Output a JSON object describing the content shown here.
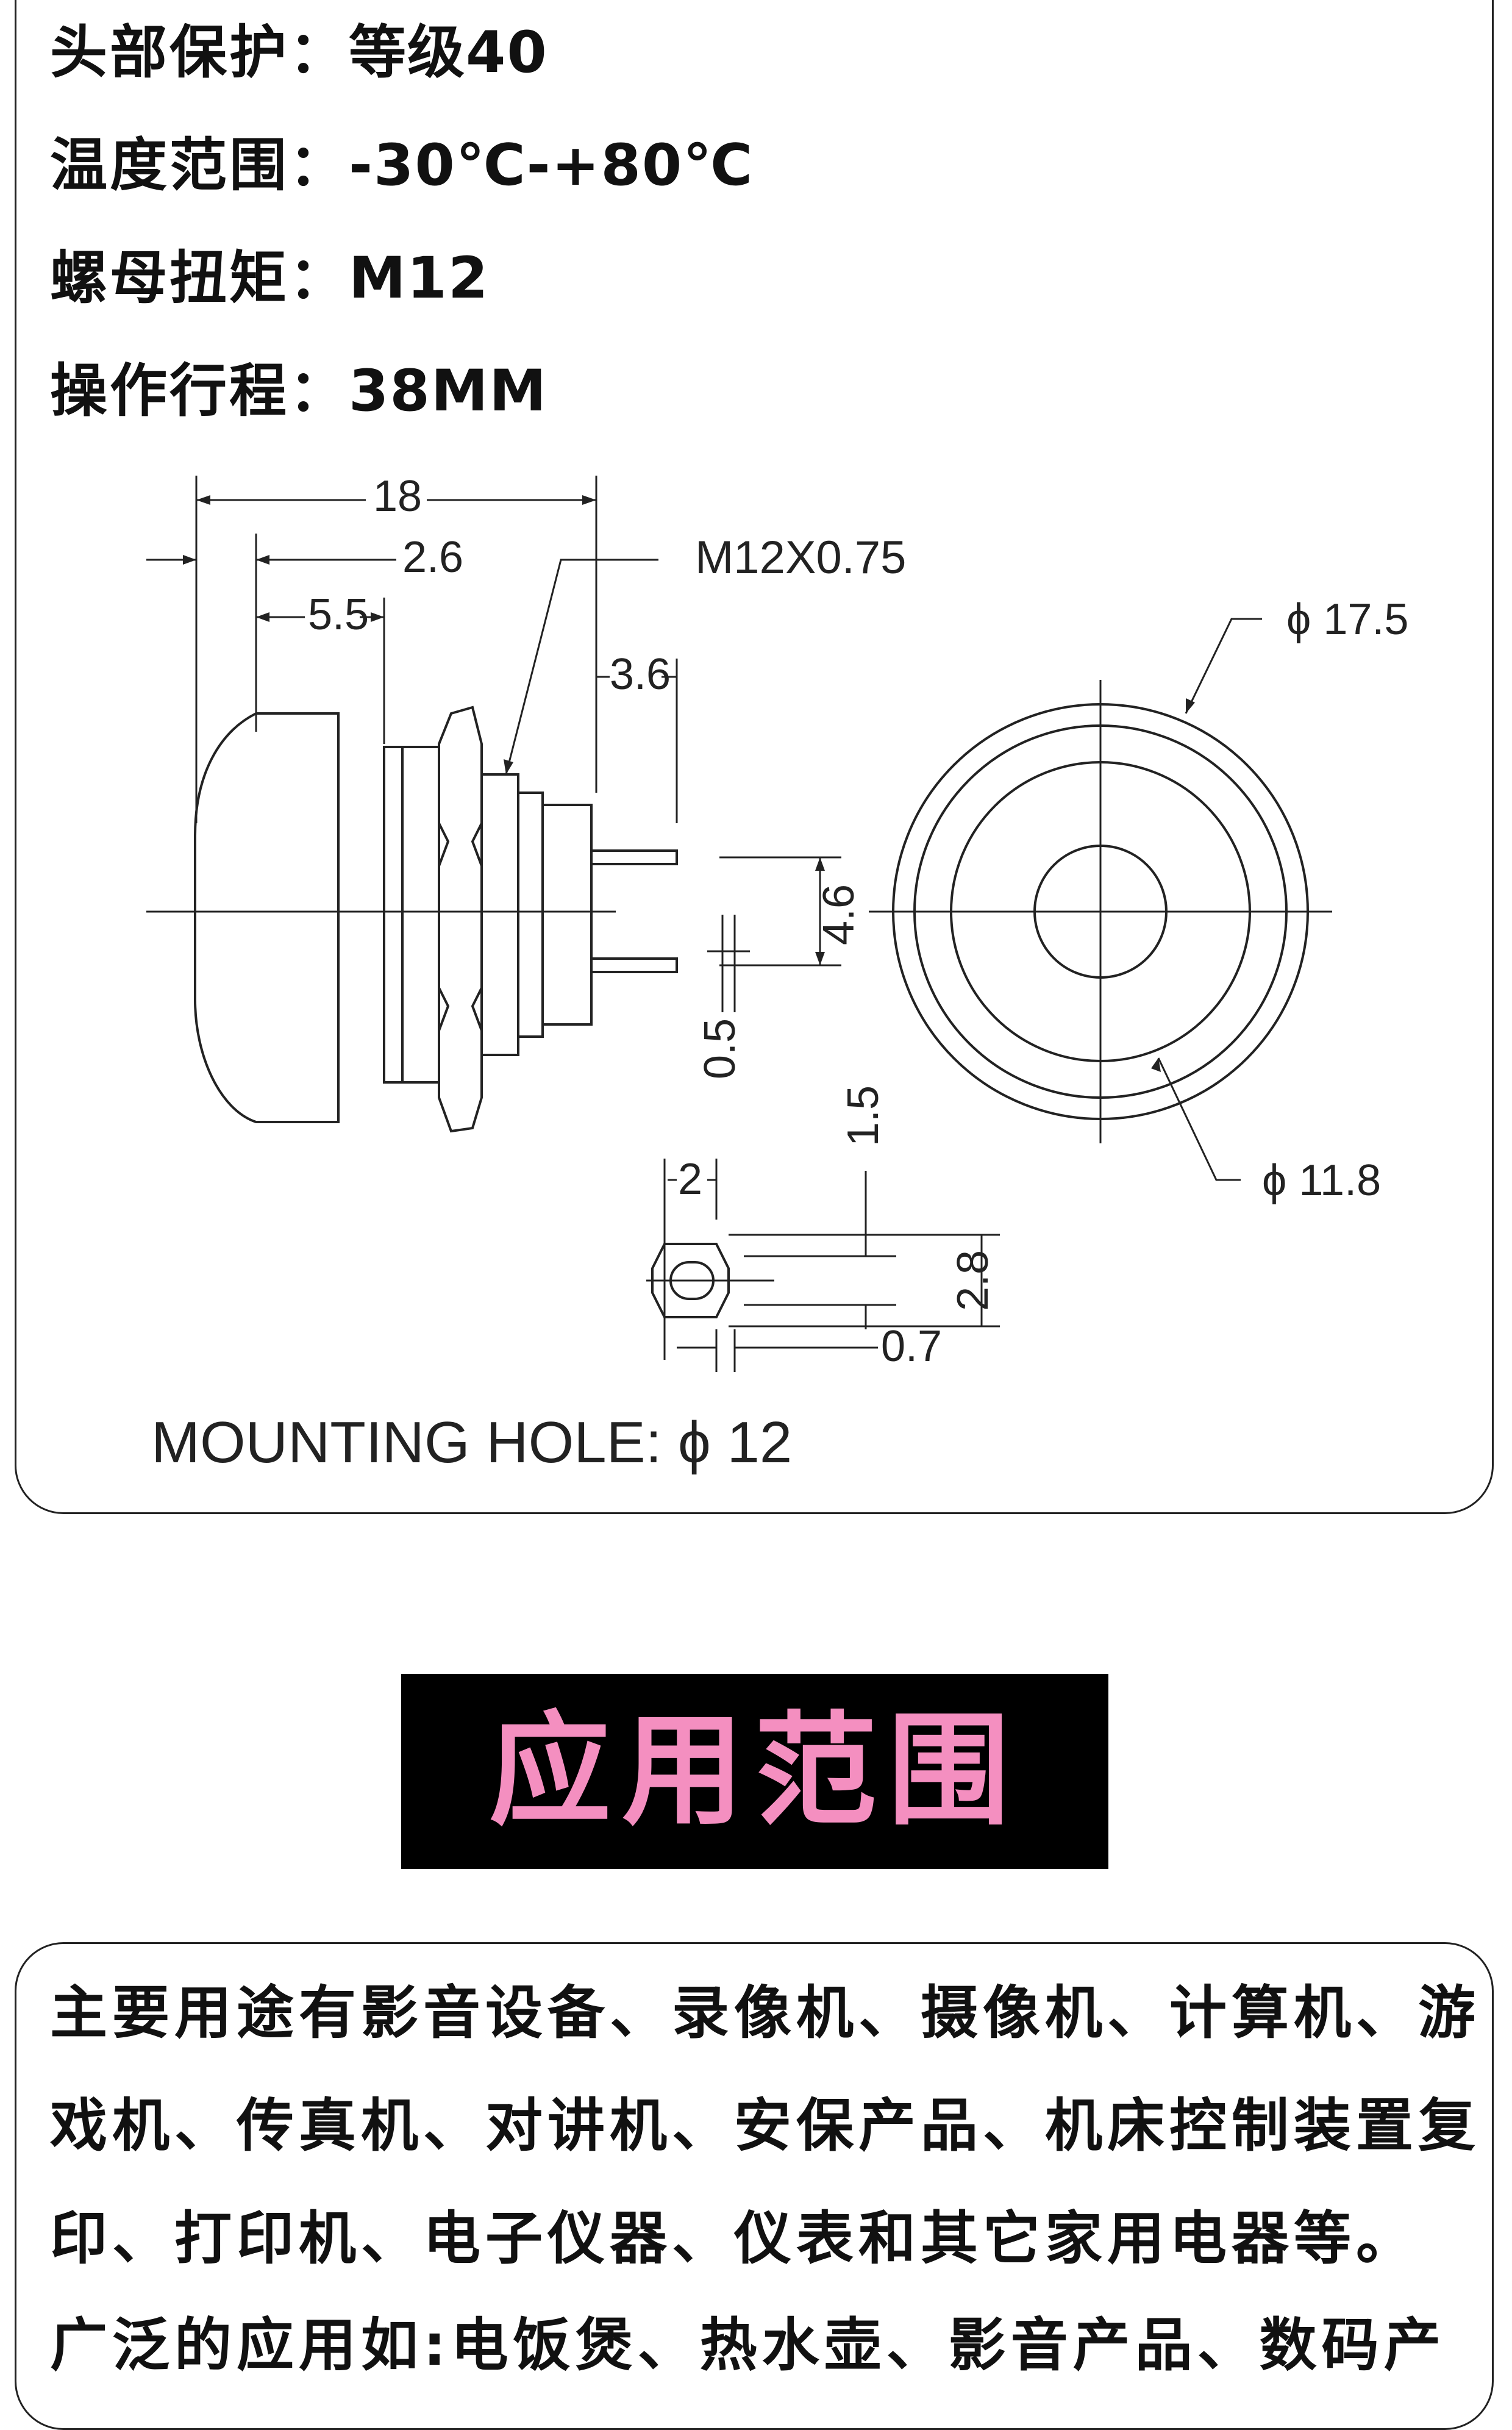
{
  "specs": [
    {
      "label": "头部保护：",
      "value": "等级40"
    },
    {
      "label": "温度范围：",
      "value": "-30℃-+80℃"
    },
    {
      "label": "螺母扭矩：",
      "value": "M12"
    },
    {
      "label": "操作行程：",
      "value": "38MM"
    }
  ],
  "drawing": {
    "dim_18": "18",
    "dim_2_6": "2.6",
    "dim_5_5": "5.5",
    "dim_3_6": "3.6",
    "thread": "M12X0.75",
    "dim_4_6": "4.6",
    "dim_0_5": "0.5",
    "dia_17_5": "ϕ 17.5",
    "dia_11_8": "ϕ 11.8",
    "dim_2": "2",
    "dim_1_5": "1.5",
    "dim_2_8": "2.8",
    "dim_0_7": "0.7",
    "mounting_hole": "MOUNTING HOLE:  ϕ 12"
  },
  "section": {
    "title": "应用范围"
  },
  "applications": [
    "主要用途有影音设备、录像机、摄像机、计算机、游",
    "戏机、传真机、对讲机、安保产品、机床控制装置复",
    "印、打印机、电子仪器、仪表和其它家用电器等。",
    "广泛的应用如:电饭煲、热水壶、影音产品、数码产"
  ]
}
